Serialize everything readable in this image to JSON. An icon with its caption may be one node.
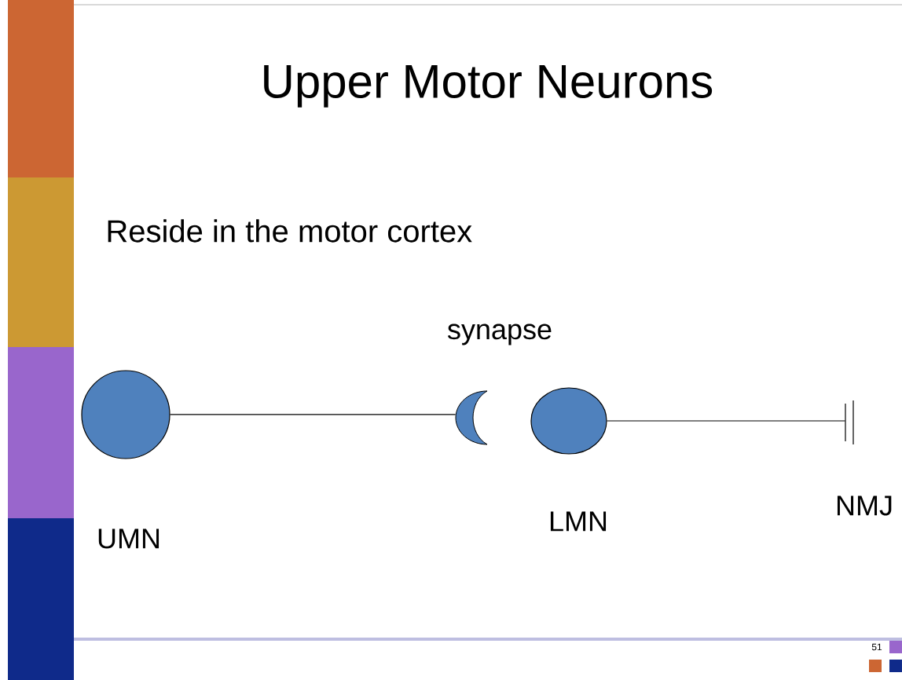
{
  "diagram": {
    "title": "Upper Motor Neurons",
    "nodes": [
      {
        "text": [],
        "shape": "circle",
        "beside": [
          "UMN"
        ]
      },
      {
        "text": [],
        "shape": "crescent",
        "beside": [
          "synapse"
        ]
      },
      {
        "text": [],
        "shape": "circle",
        "beside": [
          "LMN"
        ]
      },
      {
        "text": [],
        "shape": "bar",
        "beside": [
          "NMJ"
        ]
      }
    ],
    "edges": [
      {
        "from": 0,
        "to": 1,
        "arrow": "none"
      },
      {
        "from": 2,
        "to": 3,
        "arrow": "none"
      }
    ],
    "labels": [
      "Reside in the motor cortex",
      "51"
    ]
  }
}
